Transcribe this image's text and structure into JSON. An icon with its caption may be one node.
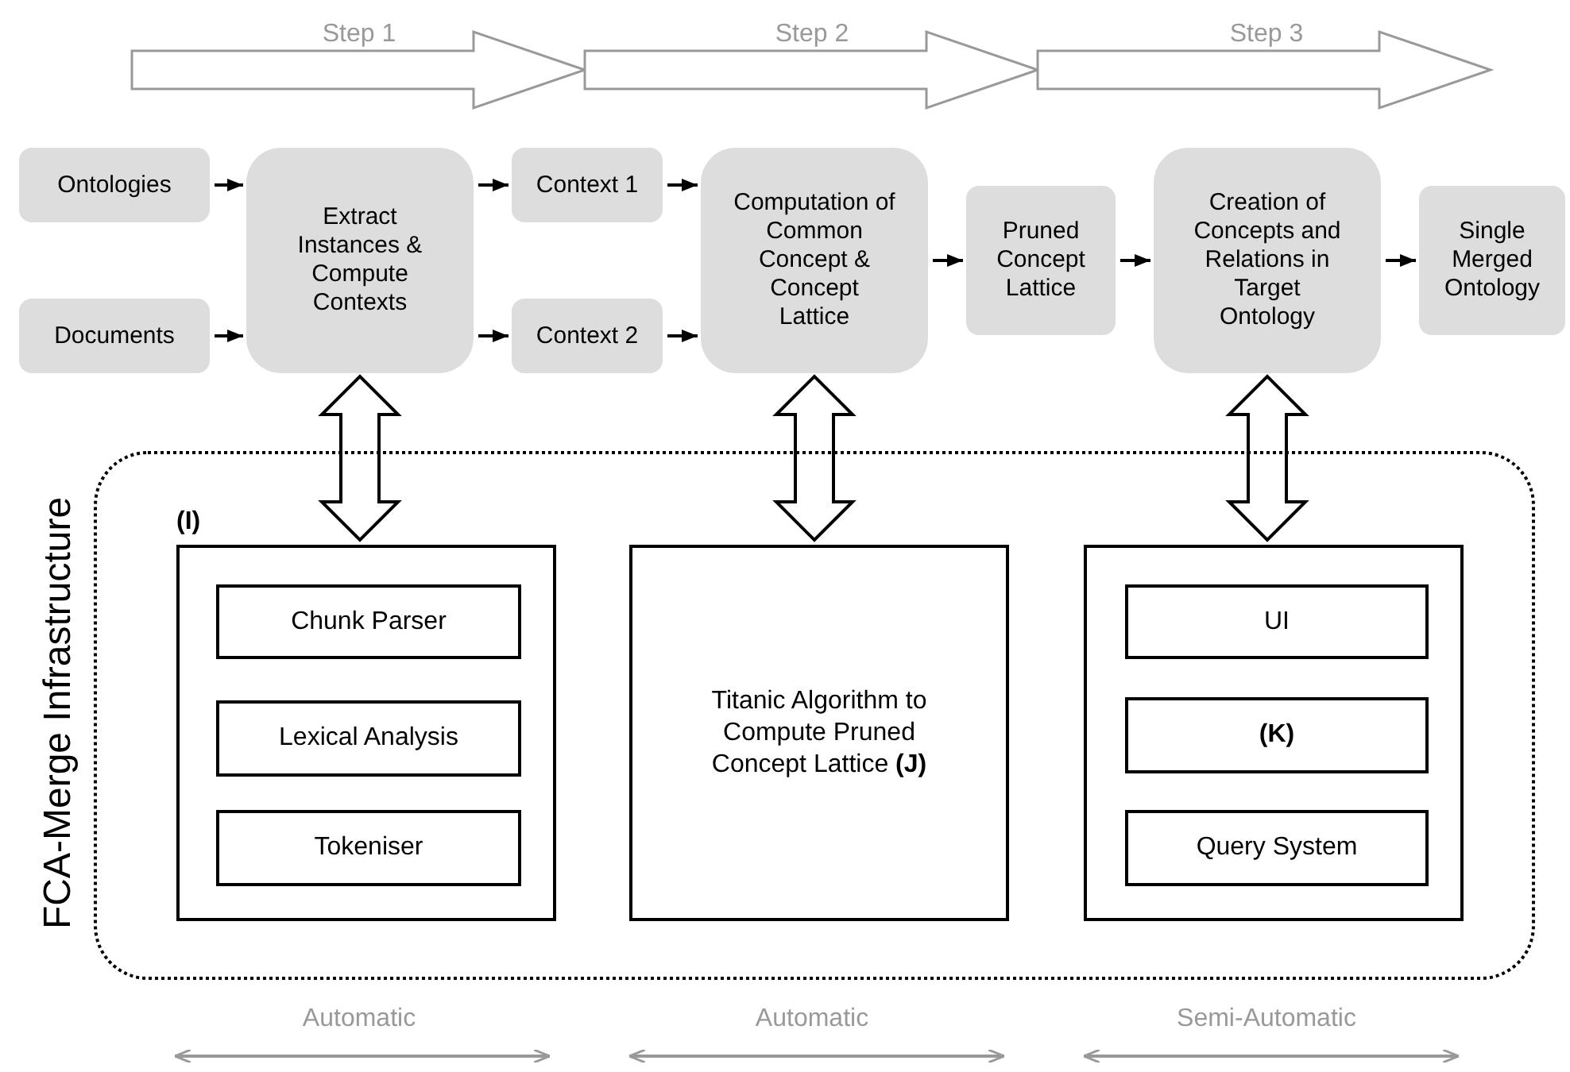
{
  "diagram": {
    "nodes": [
      {
        "text": [
          "Ontologies"
        ]
      },
      {
        "text": [
          "Documents"
        ]
      },
      {
        "text": [
          "Extract Instances & Compute Contexts"
        ]
      },
      {
        "text": [
          "Context 1"
        ]
      },
      {
        "text": [
          "Context 2"
        ]
      },
      {
        "text": [
          "Computation of Common Concept & Concept Lattice"
        ]
      },
      {
        "text": [
          "Pruned Concept Lattice"
        ]
      },
      {
        "text": [
          "Creation of Concepts and Relations in Target Ontology"
        ]
      },
      {
        "text": [
          "Single Merged Ontology"
        ]
      },
      {
        "text": [
          "FCA-Merge Infrastructure"
        ]
      },
      {
        "text": [
          "(I)"
        ],
        "in": 9
      },
      {
        "text": [
          "Chunk Parser"
        ],
        "in": 10
      },
      {
        "text": [
          "Lexical Analysis"
        ],
        "in": 10
      },
      {
        "text": [
          "Tokeniser"
        ],
        "in": 10
      },
      {
        "text": [
          "Titanic Algorithm to Compute Pruned Concept Lattice **(J)**"
        ],
        "in": 9
      },
      {
        "text": [],
        "shape": "box",
        "in": 9
      },
      {
        "text": [
          "UI"
        ],
        "in": 15
      },
      {
        "text": [
          "(K)"
        ],
        "in": 15
      },
      {
        "text": [
          "Query System"
        ],
        "in": 15
      }
    ],
    "edges": [
      {
        "from": 0,
        "to": 2,
        "arrow": "to"
      },
      {
        "from": 1,
        "to": 2,
        "arrow": "to"
      },
      {
        "from": 2,
        "to": 3,
        "arrow": "to"
      },
      {
        "from": 2,
        "to": 4,
        "arrow": "to"
      },
      {
        "from": 3,
        "to": 5,
        "arrow": "to"
      },
      {
        "from": 4,
        "to": 5,
        "arrow": "to"
      },
      {
        "from": 5,
        "to": 6,
        "arrow": "to"
      },
      {
        "from": 6,
        "to": 7,
        "arrow": "to"
      },
      {
        "from": 7,
        "to": 8,
        "arrow": "to"
      },
      {
        "from": 2,
        "to": 10,
        "arrow": "both",
        "style": "thick"
      },
      {
        "from": 5,
        "to": 14,
        "arrow": "both",
        "style": "thick"
      },
      {
        "from": 7,
        "to": 15,
        "arrow": "both",
        "style": "thick"
      }
    ],
    "labels": [
      "Step 1",
      "Step 2",
      "Step 3",
      "Automatic",
      "Automatic",
      "Semi-Automatic"
    ]
  }
}
